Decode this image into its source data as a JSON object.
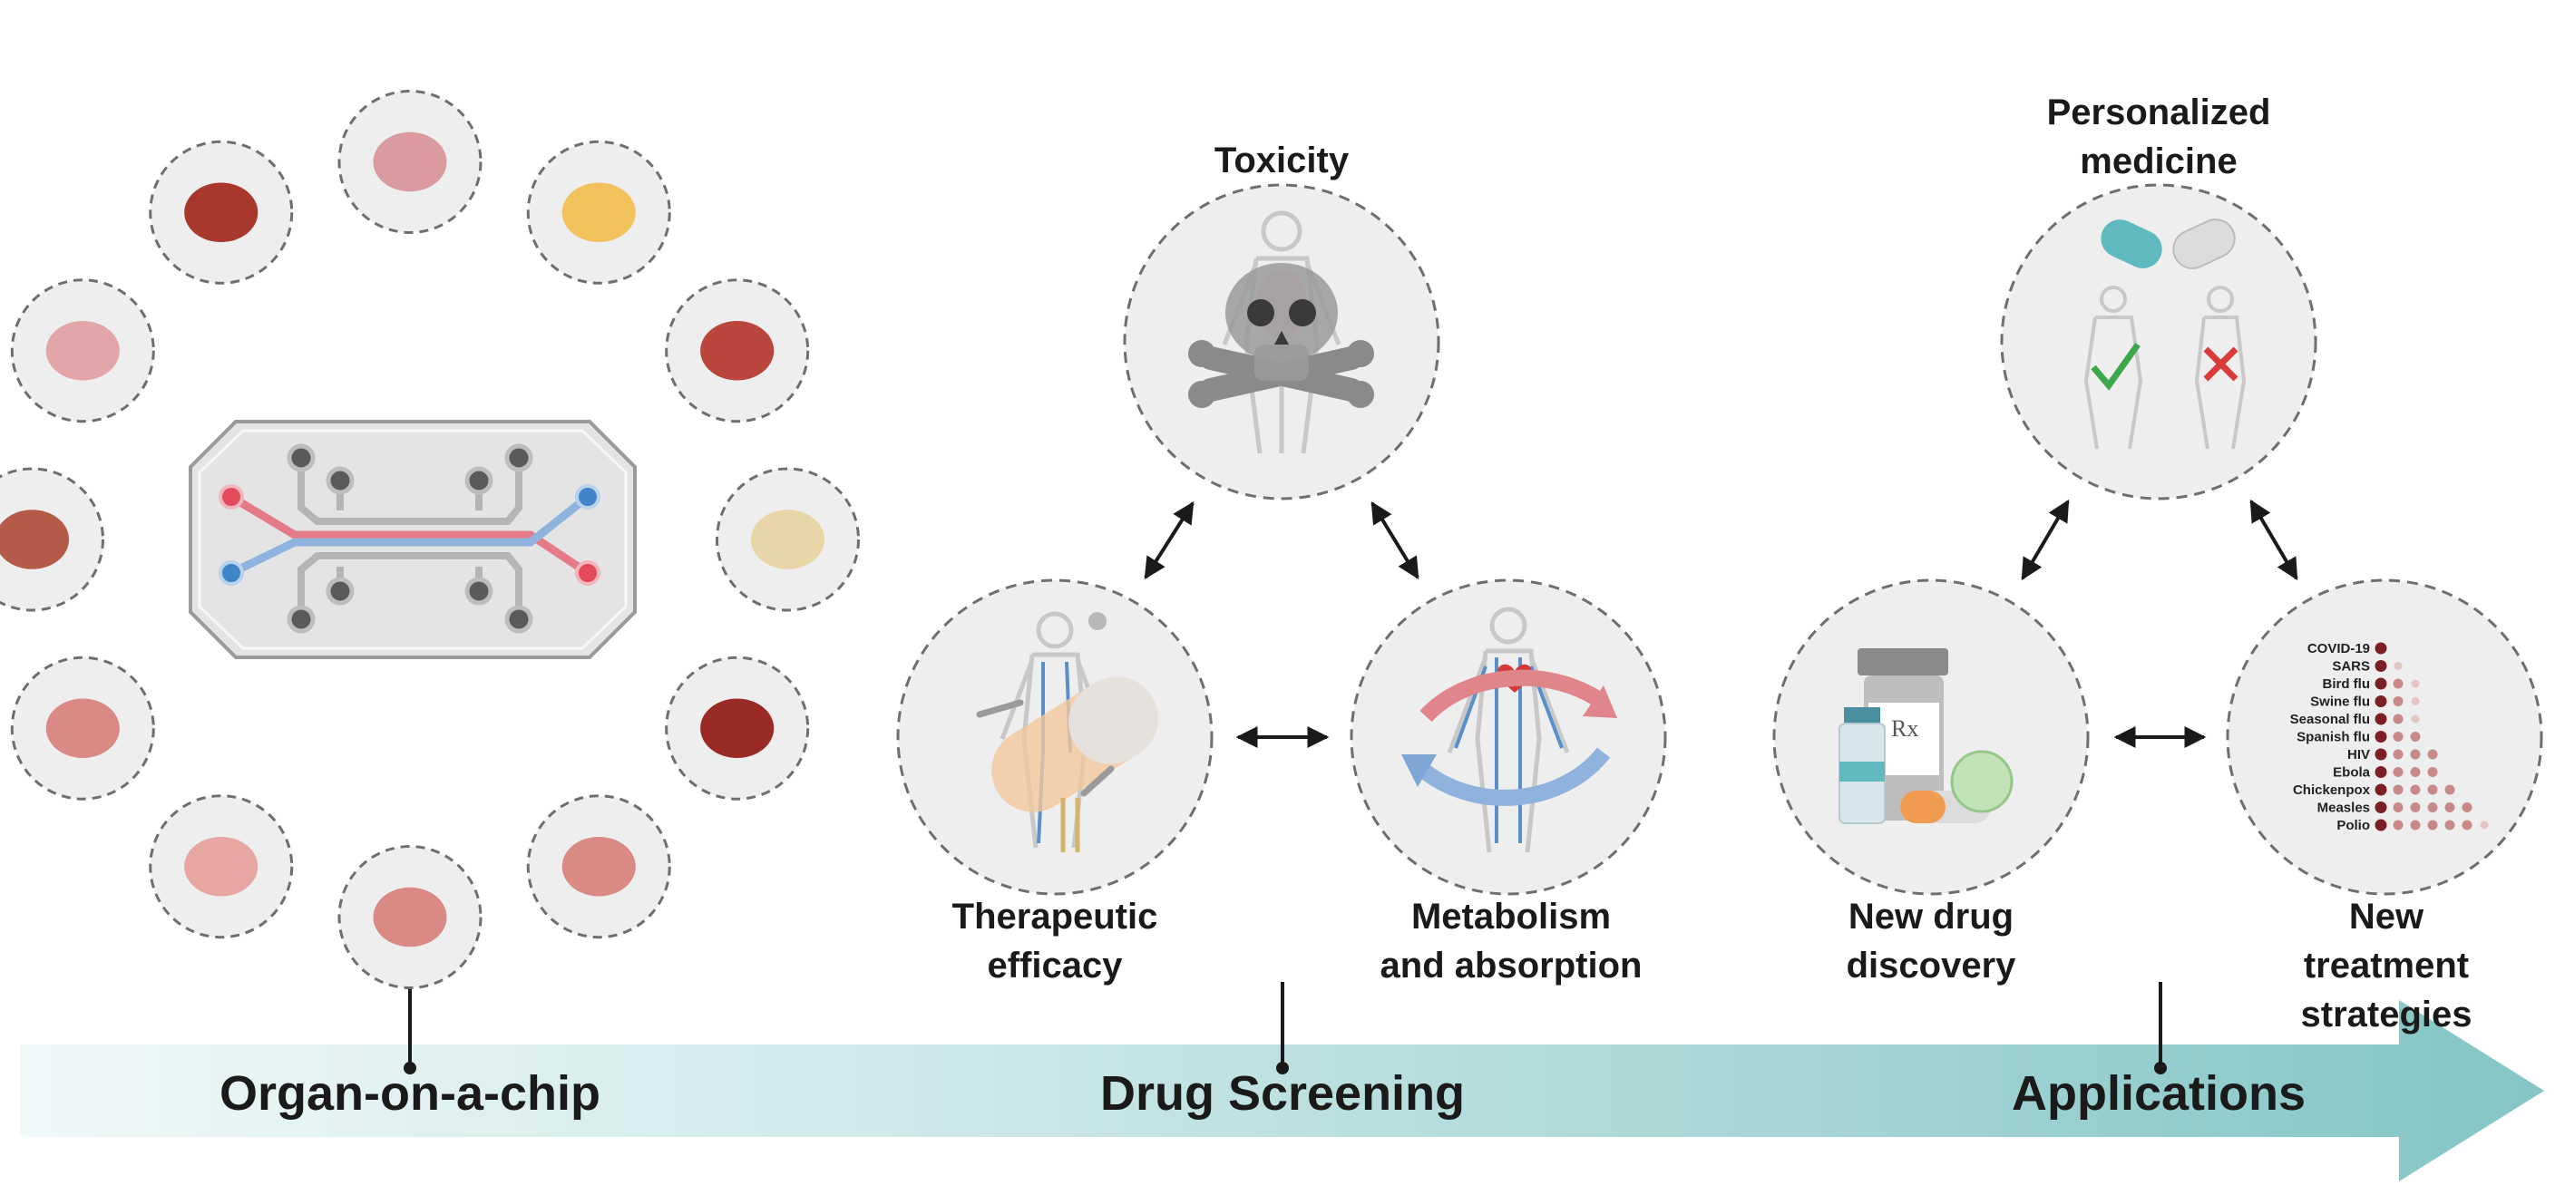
{
  "colors": {
    "arrow_light": "#f0f8f8",
    "arrow_dark": "#86c6c6",
    "circle_fill": "#eeeeee",
    "circle_stroke": "#6e6e6e",
    "chip_fill": "#e4e4e4",
    "channel_red": "#e57b87",
    "channel_blue": "#8fb3dc",
    "organ": "#d98a84",
    "pill_teal": "#5fb9be",
    "check_green": "#3aa84a",
    "cross_red": "#d93a3a"
  },
  "timeline": {
    "stage1": "Organ-on-a-chip",
    "stage2": "Drug Screening",
    "stage3": "Applications"
  },
  "organ_chip": {
    "icons": [
      "brain-icon",
      "breast-icon",
      "muscle-icon",
      "bone-icon",
      "blood-vessel-icon",
      "colon-icon",
      "uterus-icon",
      "intestine-icon",
      "kidney-icon",
      "liver-icon",
      "lungs-icon",
      "heart-icon"
    ]
  },
  "drug_screening": {
    "toxicity": "Toxicity",
    "therapeutic_1": "Therapeutic",
    "therapeutic_2": "efficacy",
    "metabolism_1": "Metabolism",
    "metabolism_2": "and absorption"
  },
  "applications": {
    "personalized_1": "Personalized",
    "personalized_2": "medicine",
    "discovery_1": "New drug",
    "discovery_2": "discovery",
    "treatment_1": "New treatment",
    "treatment_2": "strategies",
    "rx_symbol": "Rx"
  },
  "chart_data": {
    "type": "dot-matrix",
    "categories": [
      "COVID-19",
      "SARS",
      "Bird flu",
      "Swine flu",
      "Seasonal flu",
      "Spanish flu",
      "HIV",
      "Ebola",
      "Chickenpox",
      "Measles",
      "Polio"
    ],
    "values": [
      1,
      1.5,
      2.5,
      2.5,
      2.5,
      3,
      4,
      4,
      5,
      6,
      6.5
    ]
  }
}
